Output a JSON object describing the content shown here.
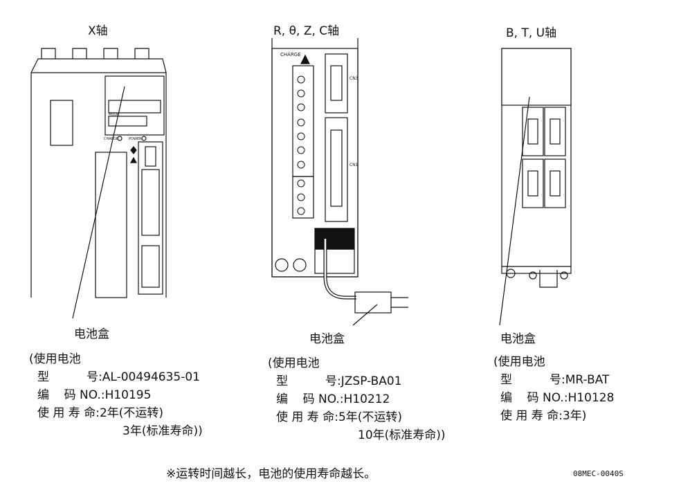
{
  "units": [
    {
      "title": "X轴",
      "box_label": "电池盒",
      "panel_labels": [
        "CHARGE",
        "POWER",
        "MODE"
      ],
      "spec": {
        "heading": "(使用电池",
        "model_label": "型          号:",
        "model": "AL-00494635-01",
        "code_label": "编    码 NO.:",
        "code": "H10195",
        "life_label": "使 用 寿 命:",
        "life": "2年(不运转)",
        "life2": "3年(标准寿命))"
      }
    },
    {
      "title": "R, θ, Z, C轴",
      "box_label": "电池盒",
      "panel_labels": [
        "CHARGE",
        "CN3",
        "CN1"
      ],
      "spec": {
        "heading": "(使用电池",
        "model_label": "型          号:",
        "model": "JZSP-BA01",
        "code_label": "编    码 NO.:",
        "code": "H10212",
        "life_label": "使 用 寿 命:",
        "life": "5年(不运转)",
        "life2": "10年(标准寿命))"
      }
    },
    {
      "title": "B, T, U轴",
      "box_label": "电池盒",
      "spec": {
        "heading": "(使用电池",
        "model_label": "型          号:",
        "model": "MR-BAT",
        "code_label": "编    码 NO.:",
        "code": "H10128",
        "life_label": "使 用 寿 命:",
        "life": "3年)"
      }
    }
  ],
  "note": "※运转时间越长，电池的使用寿命越长。",
  "figure_code": "08MEC-0040S"
}
